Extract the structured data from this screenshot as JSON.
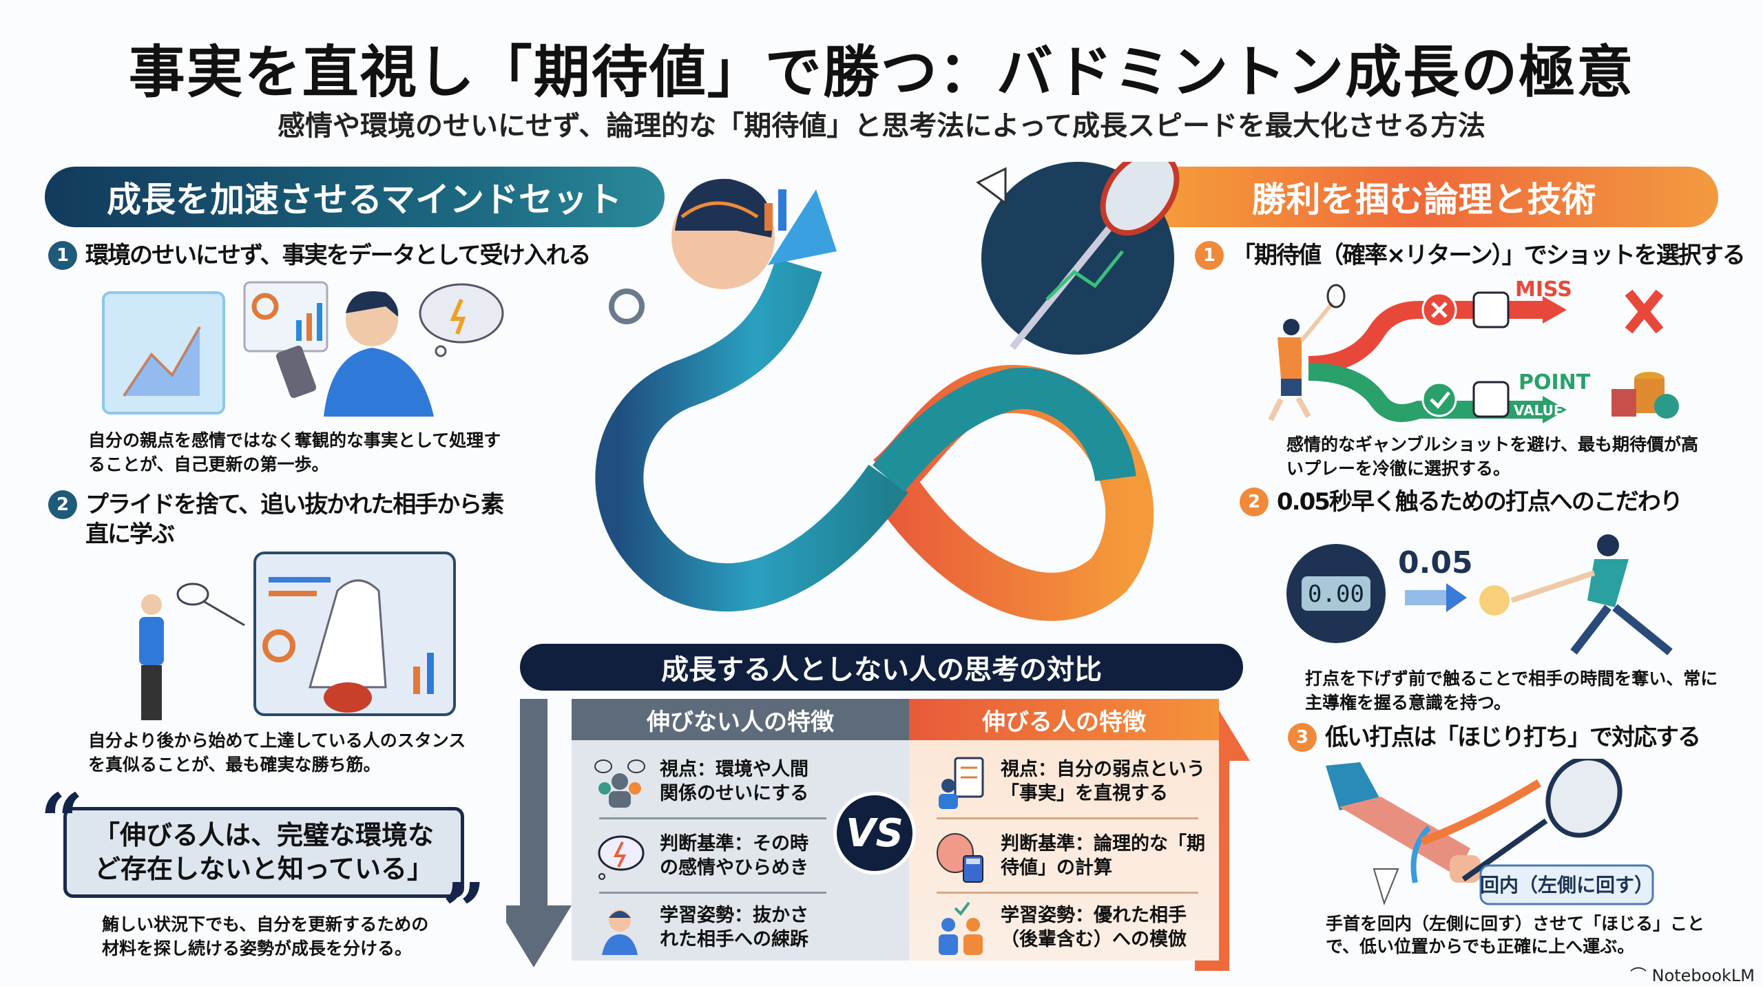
{
  "title": "事実を直視し「期待値」で勝つ：バドミントン成長の極意",
  "subtitle": "感情や環境のせいにせず、論理的な「期待値」と思考法によって成長スピードを最大化させる方法",
  "left": {
    "banner": "成長を加速させるマインドセット",
    "items": [
      {
        "num": "1",
        "heading": "環境のせいにせず、事実をデータとして受け入れる",
        "desc": "自分の親点を感情ではなく奪観的な事実として処理することが、自己更新の第一歩。"
      },
      {
        "num": "2",
        "heading": "プライドを捨て、追い抜かれた相手から素直に学ぶ",
        "desc": "自分より後から始めて上達している人のスタンスを真似ることが、最も確実な勝ち筋。"
      }
    ],
    "quote": {
      "open": "“",
      "text": "「伸びる人は、完璧な環境など存在しないと知っている」",
      "close": "”",
      "desc": "鮪しい状況下でも、自分を更新するための材料を探し続ける姿勢が成長を分ける。"
    }
  },
  "right": {
    "banner": "勝利を掴む論理と技術",
    "items": [
      {
        "num": "1",
        "heading": "「期待値（確率×リターン）」でショットを選択する",
        "desc": "感情的なギャンブルショットを避け、最も期待價が高いプレーを冷徹に選択する。",
        "miss": "MISS",
        "point": "POINT",
        "value": "VALUE"
      },
      {
        "num": "2",
        "heading": "0.05秒早く触るための打点へのこだわり",
        "desc": "打点を下げず前で触ることで相手の時間を奪い、常に主導権を握る意識を持つ。",
        "timer": "0.00",
        "gain": "0.05"
      },
      {
        "num": "3",
        "heading": "低い打点は「ほじり打ち」で対応する",
        "desc": "手首を回内（左側に回す）させて「ほじる」ことで、低い位置からでも正確に上へ運ぶ。",
        "callout": "回内（左側に回す）"
      }
    ]
  },
  "comparison": {
    "title": "成長する人としない人の思考の対比",
    "vs": "VS",
    "bad": {
      "header": "伸びない人の特徴",
      "rows": [
        "視点：環境や人間関係のせいにする",
        "判断基準：その時の感情やひらめき",
        "学習姿勢：抜かされた相手への綀跅"
      ]
    },
    "good": {
      "header": "伸びる人の特徴",
      "rows": [
        "視点：自分の弱点という「事実」を直視する",
        "判断基準：論理的な「期待値」の計算",
        "学習姿勢：優れた相手（後輩含む）への模倣"
      ]
    }
  },
  "brand": "NotebookLM",
  "colors": {
    "navy": "#0f1f3d",
    "teal": "#1d6a82",
    "orange": "#ef6a3a",
    "gray": "#5e6b7a"
  }
}
